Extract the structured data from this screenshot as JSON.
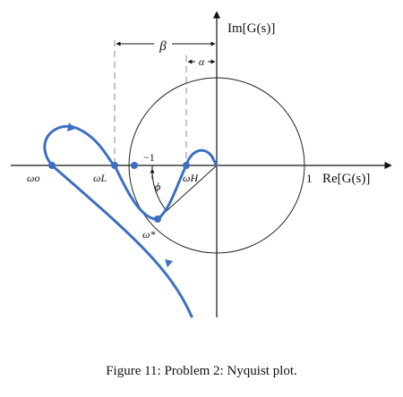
{
  "diagram": {
    "labels": {
      "im_axis": "Im[G(s)]",
      "re_axis": "Re[G(s)]",
      "minus_one": "−1",
      "one": "1",
      "beta": "β",
      "alpha": "α",
      "phi": "ϕ",
      "omega_o": "ωo",
      "omega_L": "ωL",
      "omega_H": "ωH",
      "omega_star": "ω*"
    },
    "colors": {
      "curve": "#3b6fc4",
      "axes": "#111111",
      "dashed": "#888888"
    }
  },
  "caption": "Figure 11: Problem 2: Nyquist plot."
}
